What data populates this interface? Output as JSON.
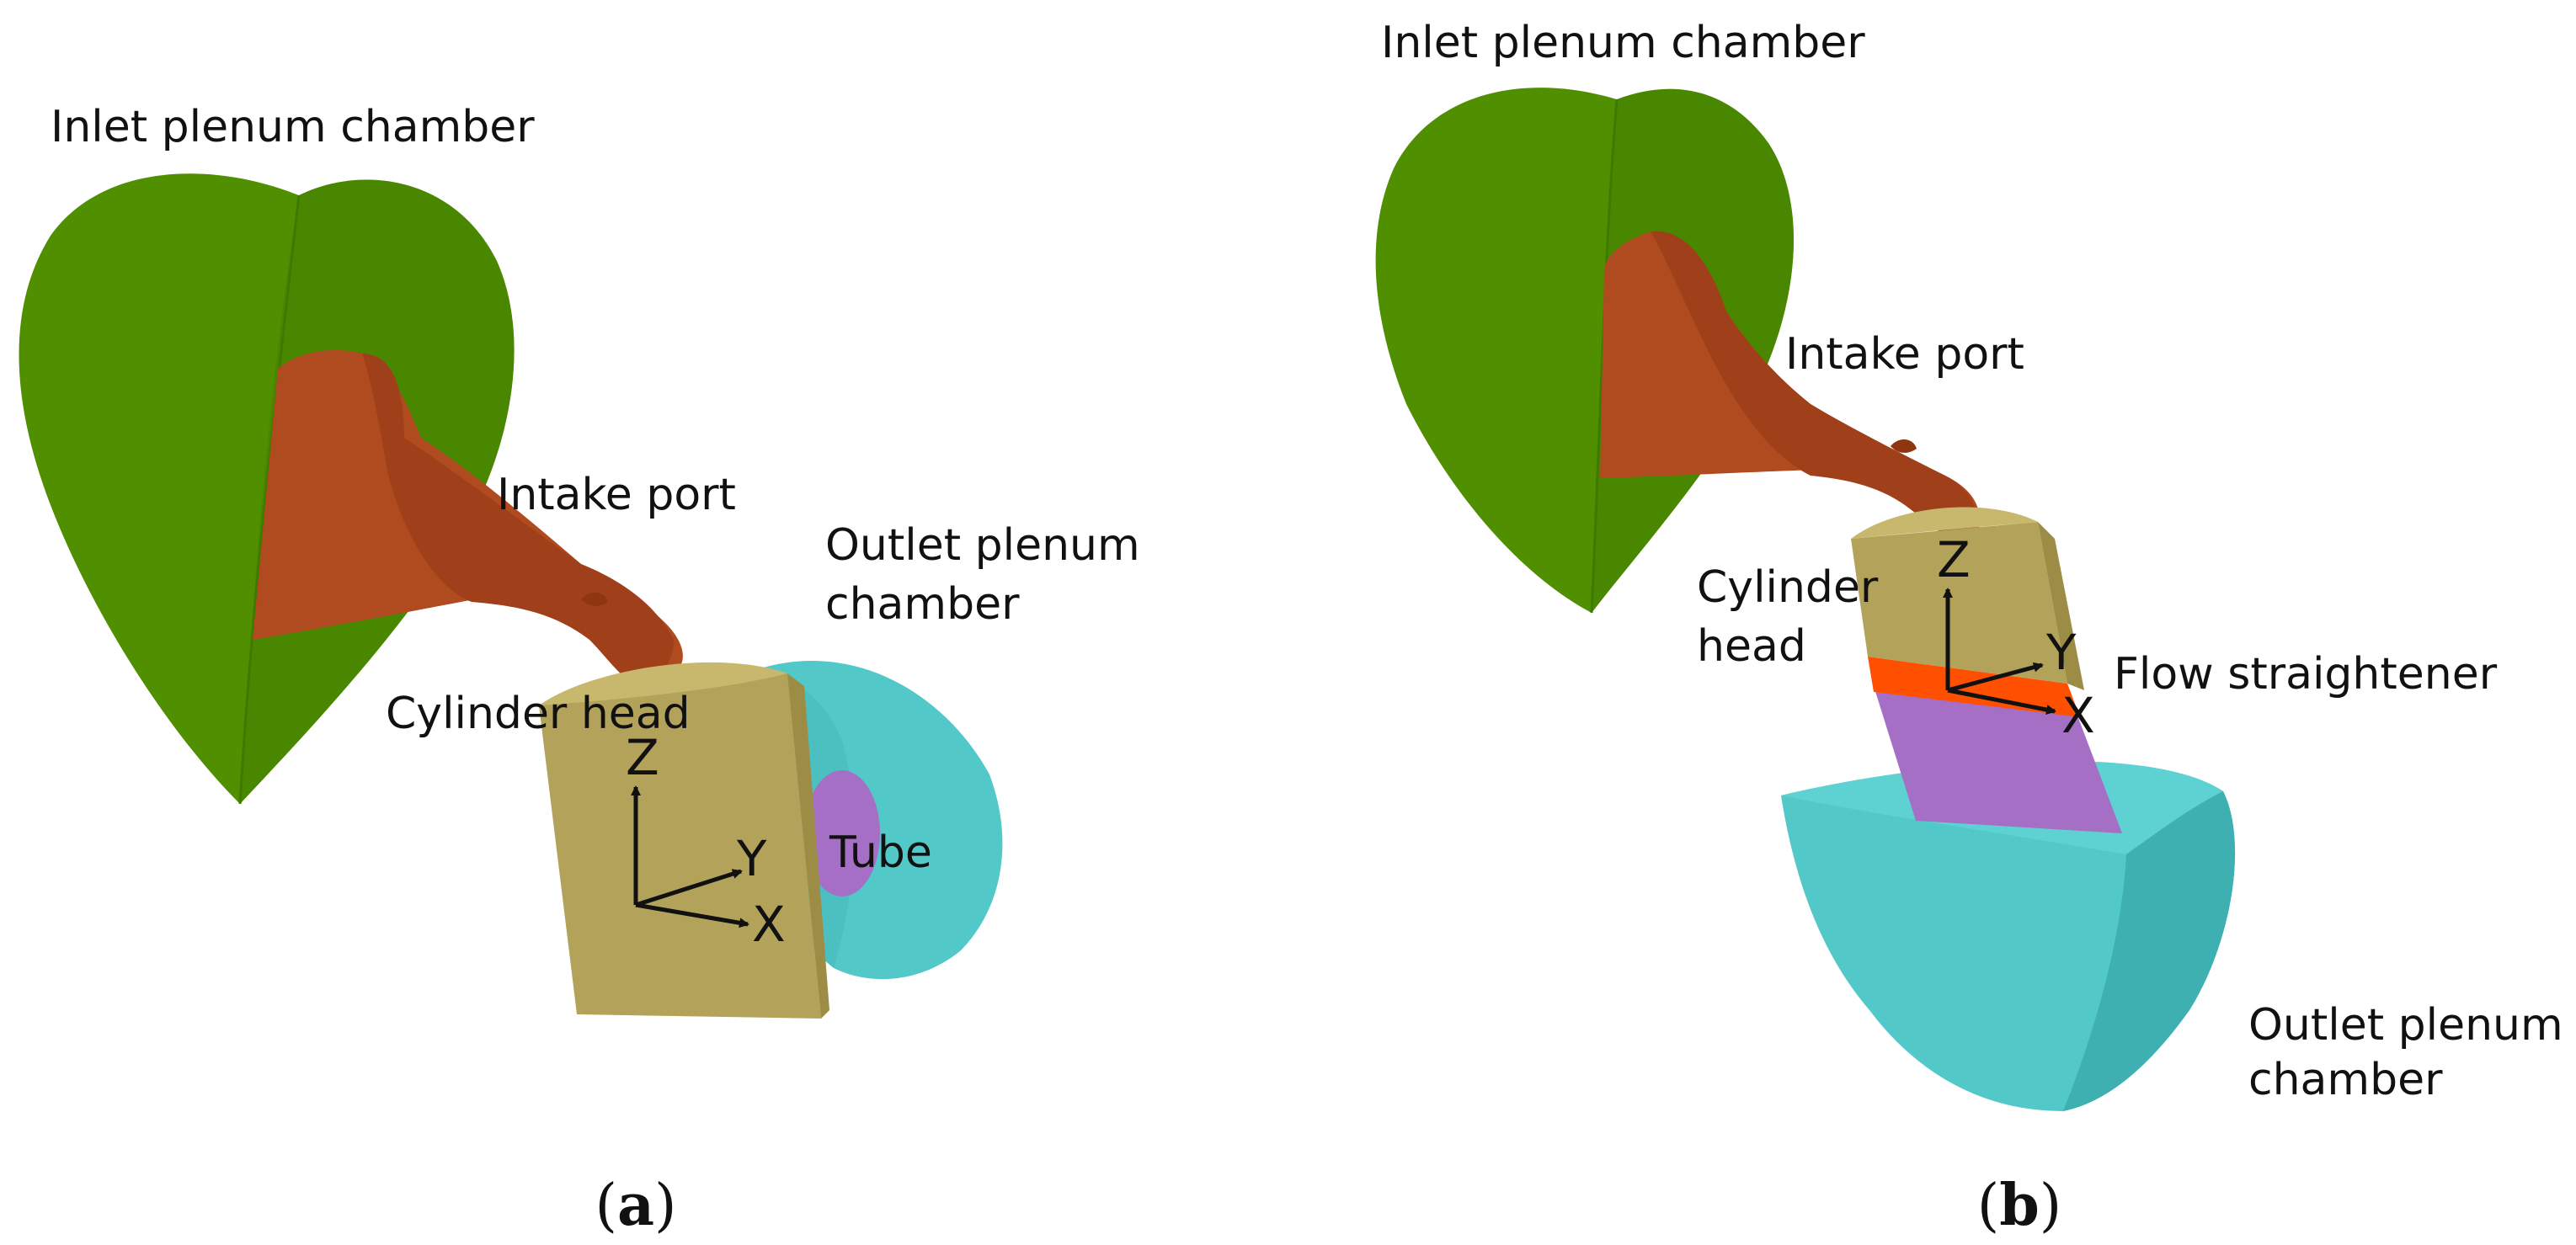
{
  "colors": {
    "inlet_plenum": "#4f8f00",
    "inlet_plenum_dark": "#3e7a00",
    "intake_port": "#b04a1f",
    "intake_port_dark": "#8f3510",
    "cylinder_head": "#b3a35a",
    "cylinder_head_side": "#9c8c45",
    "outlet_plenum": "#52c8c9",
    "outlet_plenum_dark": "#3eb0b1",
    "tube": "#a56fc5",
    "flow_straightener": "#ff4f00"
  },
  "panel_a": {
    "caption_open": "(",
    "caption_letter": "a",
    "caption_close": ")",
    "inlet_label": "Inlet plenum chamber",
    "intake_label": "Intake port",
    "outlet_label_line1": "Outlet plenum",
    "outlet_label_line2": "chamber",
    "cylinder_label": "Cylinder head",
    "tube_label": "Tube",
    "axis_z": "Z",
    "axis_y": "Y",
    "axis_x": "X"
  },
  "panel_b": {
    "caption_open": "(",
    "caption_letter": "b",
    "caption_close": ")",
    "inlet_label": "Inlet plenum chamber",
    "intake_label": "Intake port",
    "cylinder_label_line1": "Cylinder",
    "cylinder_label_line2": "head",
    "straightener_label": "Flow straightener",
    "outlet_label_line1": "Outlet plenum",
    "outlet_label_line2": "chamber",
    "axis_z": "Z",
    "axis_y": "Y",
    "axis_x": "X"
  }
}
